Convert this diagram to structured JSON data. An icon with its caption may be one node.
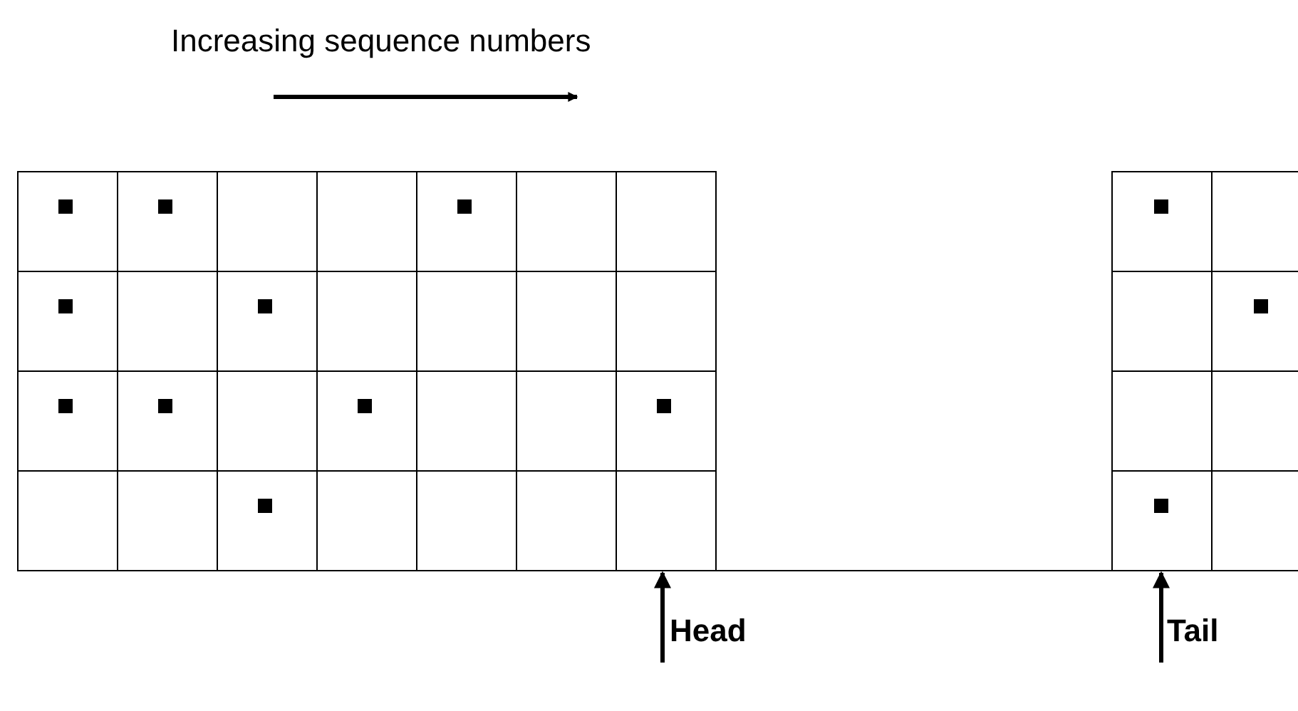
{
  "diagram": {
    "nodes": [
      {
        "text": [
          "Head"
        ]
      },
      {
        "text": [
          "Tail"
        ]
      }
    ],
    "edges": [
      {
        "from": null,
        "to": 0,
        "arrow": "to"
      },
      {
        "from": null,
        "to": 1,
        "arrow": "to"
      }
    ],
    "labels": [
      "Increasing sequence numbers"
    ]
  }
}
